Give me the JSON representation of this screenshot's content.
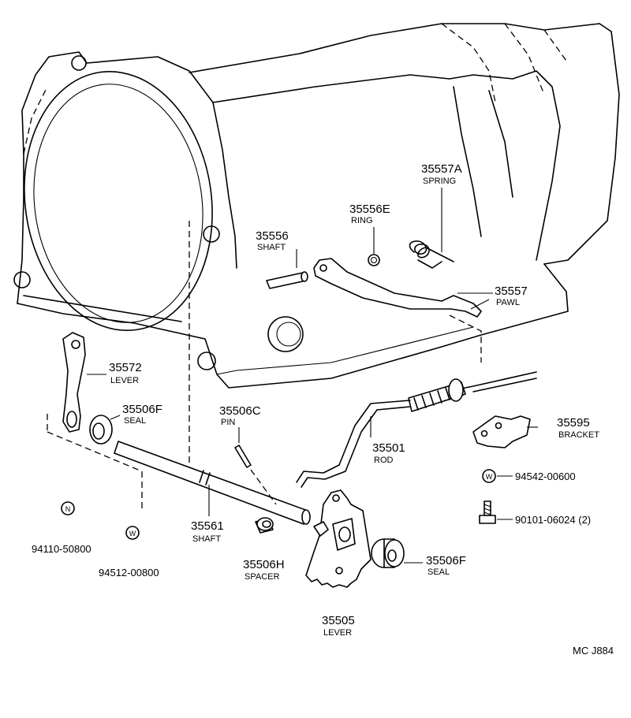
{
  "drawing_code": "MC  J884",
  "parts": [
    {
      "id": "spring",
      "number": "35557A",
      "name": "SPRING"
    },
    {
      "id": "ring",
      "number": "35556E",
      "name": "RING"
    },
    {
      "id": "shaft-upper",
      "number": "35556",
      "name": "SHAFT"
    },
    {
      "id": "pawl",
      "number": "35557",
      "name": "PAWL"
    },
    {
      "id": "lever-upper",
      "number": "35572",
      "name": "LEVER"
    },
    {
      "id": "seal-left",
      "number": "35506F",
      "name": "SEAL"
    },
    {
      "id": "pin",
      "number": "35506C",
      "name": "PIN"
    },
    {
      "id": "rod",
      "number": "35501",
      "name": "ROD"
    },
    {
      "id": "bracket",
      "number": "35595",
      "name": "BRACKET"
    },
    {
      "id": "shaft-lower",
      "number": "35561",
      "name": "SHAFT"
    },
    {
      "id": "spacer",
      "number": "35506H",
      "name": "SPACER"
    },
    {
      "id": "seal-right",
      "number": "35506F",
      "name": "SEAL"
    },
    {
      "id": "lever-lower",
      "number": "35505",
      "name": "LEVER"
    }
  ],
  "hardware": [
    {
      "id": "washer-right",
      "symbol": "W",
      "number": "94542-00600"
    },
    {
      "id": "bolt",
      "number": "90101-06024 (2)"
    },
    {
      "id": "nut",
      "symbol": "N",
      "number": "94110-50800"
    },
    {
      "id": "washer-left",
      "symbol": "W",
      "number": "94512-00800"
    }
  ]
}
